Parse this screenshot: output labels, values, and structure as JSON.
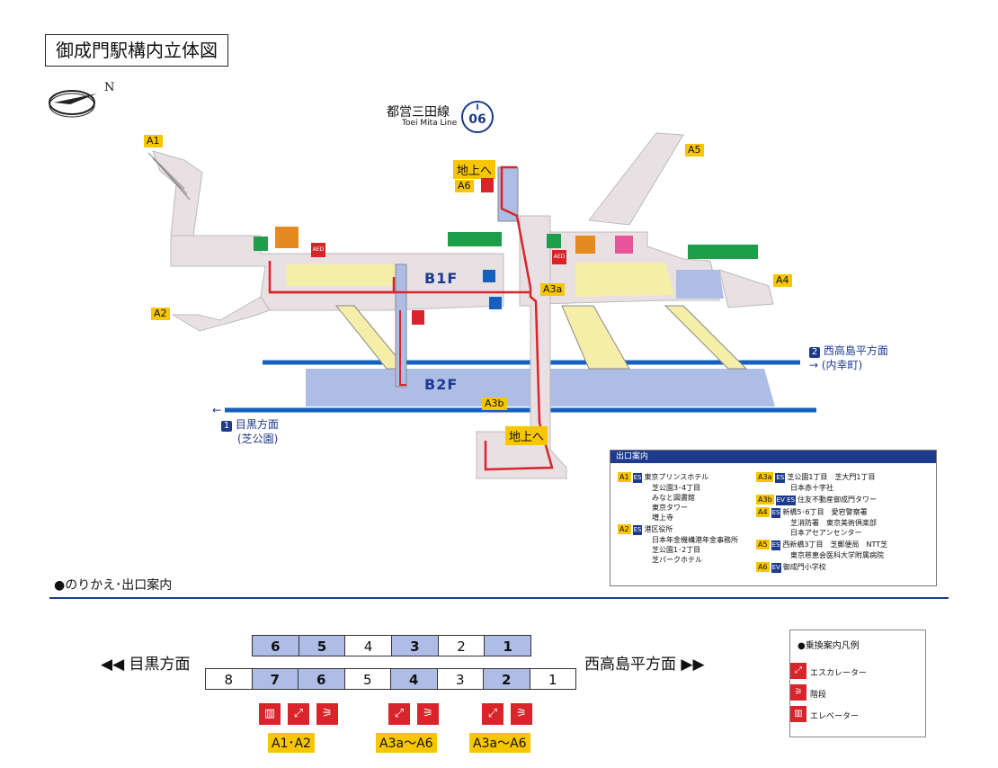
{
  "title": "御成門駅構内立体図",
  "compass": "N",
  "line": {
    "name": "都営三田線",
    "name_en": "Toei Mita Line",
    "code_letter": "I",
    "code_number": "06"
  },
  "floors": {
    "b1": "B1F",
    "b2": "B2F"
  },
  "exit_tags": {
    "a1": "A1",
    "a2": "A2",
    "a3a": "A3a",
    "a3b": "A3b",
    "a4": "A4",
    "a5": "A5",
    "a6": "A6"
  },
  "ground_labels": {
    "top": "地上へ",
    "bottom": "地上へ"
  },
  "directions": {
    "right_num": "2",
    "right_name": "西高島平方面",
    "right_via": "→ (内幸町)",
    "left_arrow": "←",
    "left_num": "1",
    "left_name": "目黒方面",
    "left_via": "(芝公園)"
  },
  "icons": [
    "aed-icon",
    "elevator-icon",
    "toilet-icon",
    "wheelchair-icon",
    "phone-icon",
    "ticket-machine-icon",
    "escalator-icon",
    "stairs-icon"
  ],
  "aed": "AED",
  "exit_guide": {
    "header": "出口案内",
    "entries": [
      {
        "exit": "A1",
        "type": "ES",
        "lines": [
          "東京プリンスホテル",
          "芝公園3･4丁目",
          "みなと図書館",
          "東京タワー",
          "増上寺"
        ]
      },
      {
        "exit": "A2",
        "type": "ES",
        "lines": [
          "港区役所",
          "日本年金機構港年金事務所",
          "芝公園1･2丁目",
          "芝パークホテル"
        ]
      },
      {
        "exit": "A3a",
        "type": "ES",
        "lines": [
          "芝公園1丁目　芝大門1丁目",
          "日本赤十字社"
        ]
      },
      {
        "exit": "A3b",
        "type": "EV ES",
        "lines": [
          "住友不動産御成門タワー"
        ]
      },
      {
        "exit": "A4",
        "type": "ES",
        "lines": [
          "新橋5･6丁目　愛宕警察署",
          "芝消防署　東京美術倶楽部",
          "日本アセアンセンター"
        ]
      },
      {
        "exit": "A5",
        "type": "ES",
        "lines": [
          "西新橋3丁目　芝郵便局　NTT芝",
          "東京慈恵会医科大学附属病院"
        ]
      },
      {
        "exit": "A6",
        "type": "EV",
        "lines": [
          "御成門小学校"
        ]
      }
    ]
  },
  "transfer": {
    "section_title": "●のりかえ･出口案内",
    "left_dir": "◀◀ 目黒方面",
    "right_dir": "西高島平方面 ▶▶",
    "upper_cars": [
      "6",
      "5",
      "4",
      "3",
      "2",
      "1"
    ],
    "lower_cars": [
      "8",
      "7",
      "6",
      "5",
      "4",
      "3",
      "2",
      "1"
    ],
    "groups": [
      {
        "exits": "A1･A2",
        "icons": [
          "elevator-icon",
          "escalator-icon",
          "stairs-icon"
        ]
      },
      {
        "exits": "A3a～A6",
        "icons": [
          "escalator-icon",
          "stairs-icon"
        ]
      },
      {
        "exits": "A3a～A6",
        "icons": [
          "escalator-icon",
          "stairs-icon"
        ]
      }
    ],
    "legend": {
      "title": "●乗換案内凡例",
      "items": [
        "エスカレーター",
        "階段",
        "エレベーター"
      ]
    }
  },
  "colors": {
    "accent": "#1d3a8f",
    "exit_yellow": "#f7c600",
    "route_red": "#d8242a",
    "platform": "#aebde6",
    "concourse": "#f5eea8"
  }
}
